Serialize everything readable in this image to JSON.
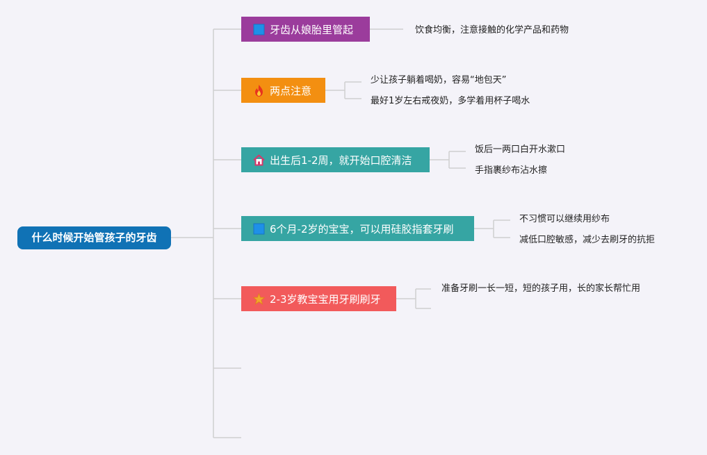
{
  "root": {
    "label": "什么时候开始管孩子的牙齿"
  },
  "topics": [
    {
      "label": "牙齿从娘胎里管起",
      "color": "#9b3c9c",
      "icon": "blue-flag-icon",
      "leaves": [
        "饮食均衡，注意接触的化学产品和药物"
      ]
    },
    {
      "label": "两点注意",
      "color": "#f38f11",
      "icon": "fire-icon",
      "leaves": [
        "少让孩子躺着喝奶，容易“地包天”",
        "最好1岁左右戒夜奶，多学着用杯子喝水"
      ]
    },
    {
      "label": "出生后1-2周，就开始口腔清洁",
      "color": "#36a5a3",
      "icon": "house-icon",
      "leaves": [
        "饭后一两口白开水漱口",
        "手指裹纱布沾水擦"
      ]
    },
    {
      "label": "6个月-2岁的宝宝，可以用硅胶指套牙刷",
      "color": "#36a5a3",
      "icon": "blue-flag-icon",
      "leaves": [
        "不习惯可以继续用纱布",
        "减低口腔敏感，减少去刷牙的抗拒"
      ]
    },
    {
      "label": "2-3岁教宝宝用牙刷刷牙",
      "color": "#f25a5b",
      "icon": "star-icon",
      "leaves": [
        "准备牙刷一长一短，短的孩子用，长的家长帮忙用"
      ]
    }
  ],
  "colors": {
    "line": "#cfcfcf",
    "background": "#f4f3f9"
  }
}
